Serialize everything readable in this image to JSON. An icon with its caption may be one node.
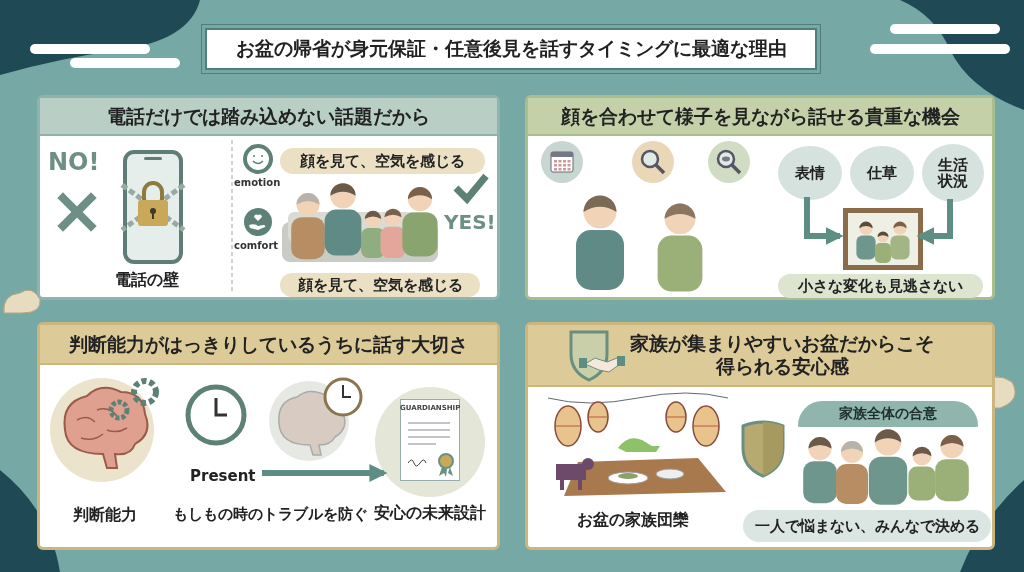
{
  "diagram": {
    "title": "お盆の帰省が身元保証・任意後見を話すタイミングに最適な理由",
    "nodes": [
      {
        "text": [
          "電話だけでは踏み込めない話題だから"
        ]
      },
      {
        "text": [
          "顔を合わせて様子を見ながら話せる貴重な機会"
        ]
      },
      {
        "text": [
          "判断能力がはっきりしているうちに話す大切さ"
        ]
      },
      {
        "text": [
          "家族が集まりやすいお盆だからこそ得られる安心感"
        ]
      },
      {
        "text": [
          "顔を見て、空気を感じる"
        ],
        "in": 0
      },
      {
        "text": [
          "顔を見て、空気を感じる"
        ],
        "in": 0
      },
      {
        "text": [
          "表情"
        ],
        "in": 1
      },
      {
        "text": [
          "仕草"
        ],
        "in": 1
      },
      {
        "text": [
          "生活状況"
        ],
        "in": 1
      },
      {
        "text": [],
        "shape": "picture",
        "in": 1
      },
      {
        "text": [
          "小さな変化も見逃さない"
        ],
        "in": 1
      },
      {
        "text": [
          "Present"
        ],
        "in": 2
      },
      {
        "text": [
          "GUARDIANSHIP"
        ],
        "beside": [
          "安心の未来設計"
        ],
        "in": 2
      },
      {
        "text": [
          "家族全体の合意"
        ],
        "in": 3
      },
      {
        "text": [
          "一人で悩まない、みんなで決める"
        ],
        "in": 3
      }
    ],
    "edges": [
      {
        "from": 6,
        "to": 9,
        "arrow": "to"
      },
      {
        "from": 8,
        "to": 9,
        "arrow": "to"
      },
      {
        "from": 11,
        "to": 12,
        "arrow": "to"
      }
    ],
    "labels": [
      "NO!",
      "emotion",
      "comfort",
      "YES!",
      "電話の壁",
      "判断能力",
      "もしもの時のトラブルを防ぐ",
      "お盆の家族団欒"
    ]
  }
}
